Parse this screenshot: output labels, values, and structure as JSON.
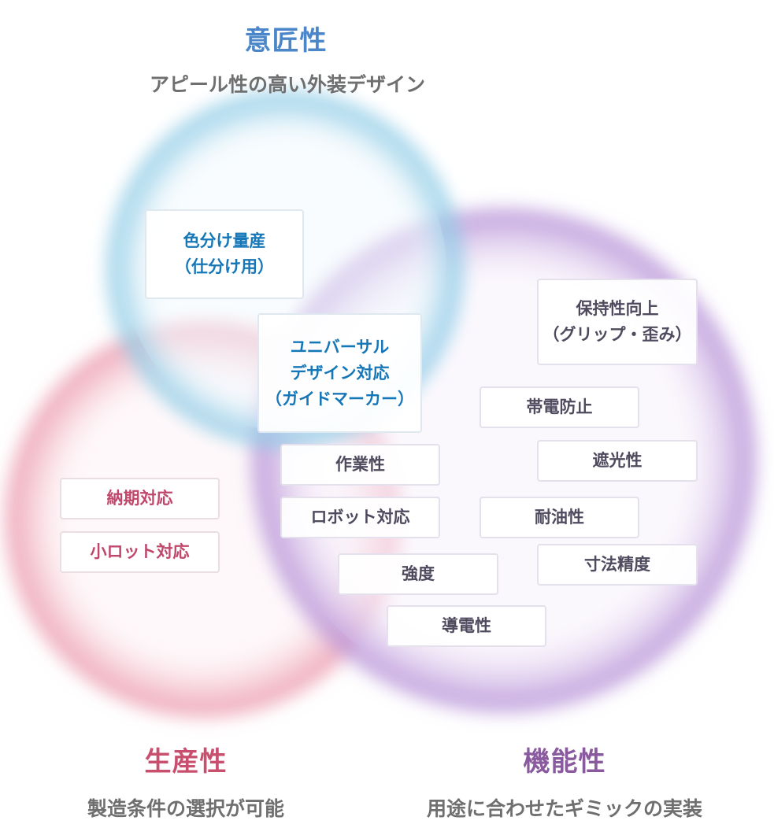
{
  "categories": {
    "design": {
      "title": "意匠性",
      "subtitle": "アピール性の高い外装デザイン",
      "color": "#4a86c8",
      "ring_color": "#9fd3ea"
    },
    "production": {
      "title": "生産性",
      "subtitle": "製造条件の選択が可能",
      "color": "#c8506e",
      "ring_color": "#f0b3c2"
    },
    "function": {
      "title": "機能性",
      "subtitle": "用途に合わせたギミックの実装",
      "color": "#8a5a9e",
      "ring_color": "#c5a8df"
    }
  },
  "tags": {
    "color_mass": "色分け量産\n（仕分け用）",
    "universal": "ユニバーサル\nデザイン対応\n（ガイドマーカー）",
    "workability": "作業性",
    "robot": "ロボット対応",
    "delivery": "納期対応",
    "small_lot": "小ロット対応",
    "strength": "強度",
    "conductivity": "導電性",
    "grip": "保持性向上\n（グリップ・歪み）",
    "antistatic": "帯電防止",
    "light_shielding": "遮光性",
    "oil_resistance": "耐油性",
    "dimensional": "寸法精度"
  }
}
